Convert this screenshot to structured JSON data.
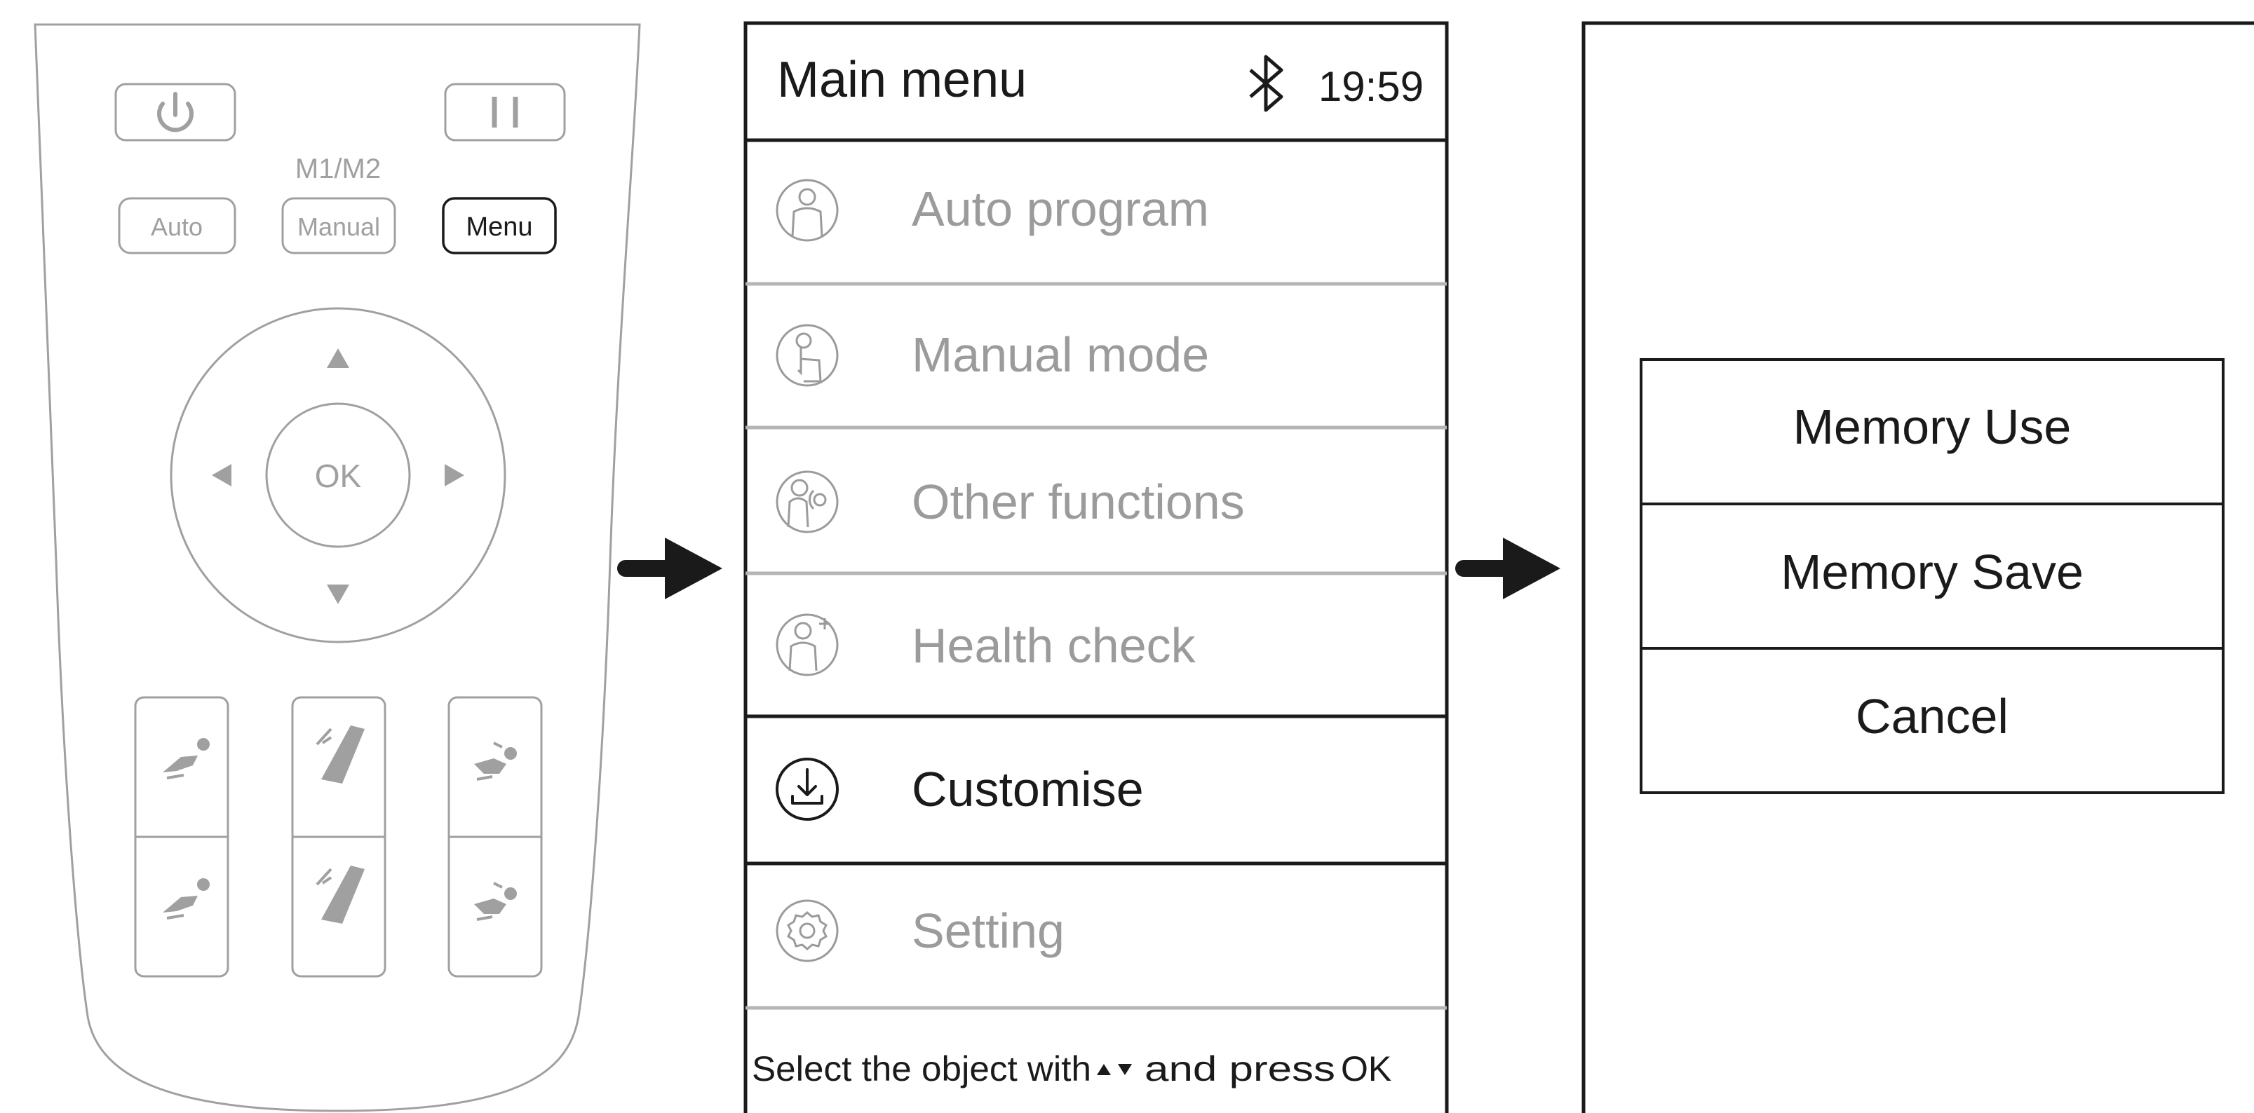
{
  "remote": {
    "m_label": "M1/M2",
    "auto_label": "Auto",
    "manual_label": "Manual",
    "menu_label": "Menu",
    "ok_label": "OK"
  },
  "screen": {
    "title": "Main menu",
    "time": "19:59",
    "items": [
      {
        "label": "Auto program",
        "icon": "person-icon",
        "state": "dimmed"
      },
      {
        "label": "Manual mode",
        "icon": "hand-pointer-icon",
        "state": "dimmed"
      },
      {
        "label": "Other functions",
        "icon": "person-target-icon",
        "state": "dimmed"
      },
      {
        "label": "Health check",
        "icon": "person-plus-icon",
        "state": "dimmed"
      },
      {
        "label": "Customise",
        "icon": "download-icon",
        "state": "active"
      },
      {
        "label": "Setting",
        "icon": "gear-icon",
        "state": "dimmed"
      }
    ],
    "footer_prefix": "Select the object with",
    "footer_middle": "and press",
    "footer_ok": "OK"
  },
  "popup": {
    "options": [
      "Memory Use",
      "Memory Save",
      "Cancel"
    ]
  },
  "colors": {
    "remote_gray": "#a0a0a0",
    "dimmed": "#9b9b9b",
    "active": "#1a1a1a",
    "border": "#1a1a1a"
  }
}
